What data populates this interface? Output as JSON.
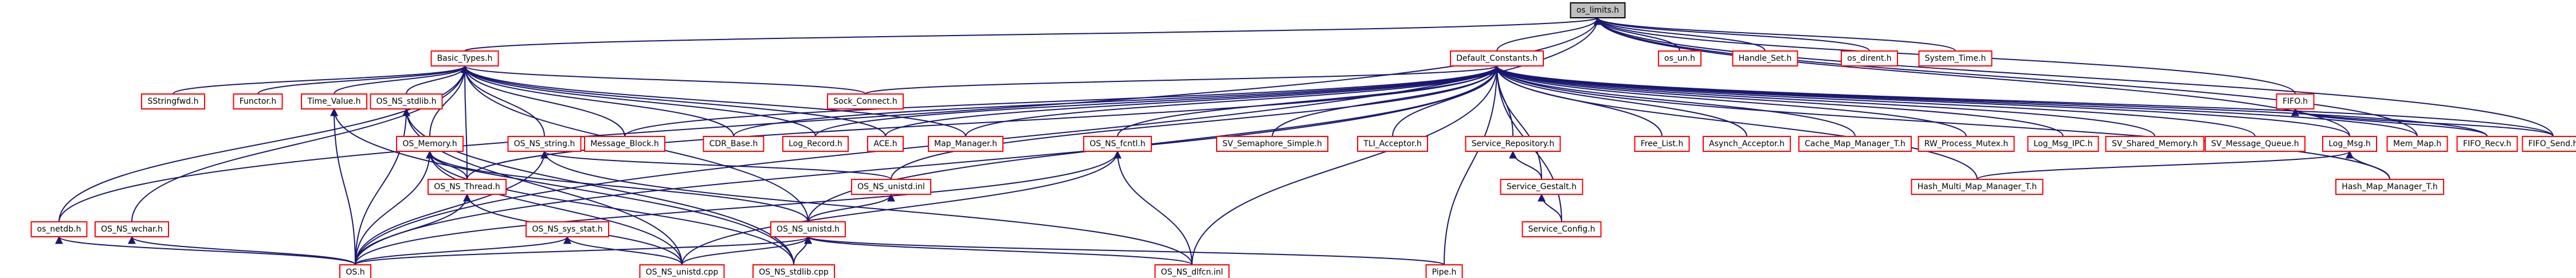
{
  "colors": {
    "node_border": "#ff0000",
    "root_border": "#000000",
    "root_fill": "#bfbfbf",
    "node_fill": "#ffffff",
    "edge": "#191970",
    "text": "#000000"
  },
  "nodes": {
    "os_limits": {
      "label": "os_limits.h",
      "root": true
    },
    "basic_types": {
      "label": "Basic_Types.h"
    },
    "os_un": {
      "label": "os_un.h"
    },
    "handle_set": {
      "label": "Handle_Set.h"
    },
    "os_dirent": {
      "label": "os_dirent.h"
    },
    "system_time": {
      "label": "System_Time.h"
    },
    "default_constants": {
      "label": "Default_Constants.h"
    },
    "fifo": {
      "label": "FIFO.h"
    },
    "sstringfwd": {
      "label": "SStringfwd.h"
    },
    "functor": {
      "label": "Functor.h"
    },
    "time_value": {
      "label": "Time_Value.h"
    },
    "os_ns_stdlib": {
      "label": "OS_NS_stdlib.h"
    },
    "sock_connect": {
      "label": "Sock_Connect.h"
    },
    "os_memory": {
      "label": "OS_Memory.h"
    },
    "os_ns_string": {
      "label": "OS_NS_string.h"
    },
    "message_block": {
      "label": "Message_Block.h"
    },
    "cdr_base": {
      "label": "CDR_Base.h"
    },
    "log_record": {
      "label": "Log_Record.h"
    },
    "ace": {
      "label": "ACE.h"
    },
    "map_manager": {
      "label": "Map_Manager.h"
    },
    "os_ns_fcntl": {
      "label": "OS_NS_fcntl.h"
    },
    "sv_semaphore_simple": {
      "label": "SV_Semaphore_Simple.h"
    },
    "tli_acceptor": {
      "label": "TLI_Acceptor.h"
    },
    "service_repository": {
      "label": "Service_Repository.h"
    },
    "free_list": {
      "label": "Free_List.h"
    },
    "asynch_acceptor": {
      "label": "Asynch_Acceptor.h"
    },
    "cache_map_manager_t": {
      "label": "Cache_Map_Manager_T.h"
    },
    "rw_process_mutex": {
      "label": "RW_Process_Mutex.h"
    },
    "log_msg_ipc": {
      "label": "Log_Msg_IPC.h"
    },
    "sv_shared_memory": {
      "label": "SV_Shared_Memory.h"
    },
    "sv_message_queue": {
      "label": "SV_Message_Queue.h"
    },
    "log_msg": {
      "label": "Log_Msg.h"
    },
    "mem_map": {
      "label": "Mem_Map.h"
    },
    "fifo_recv": {
      "label": "FIFO_Recv.h"
    },
    "fifo_send": {
      "label": "FIFO_Send.h"
    },
    "os_ns_thread": {
      "label": "OS_NS_Thread.h"
    },
    "os_ns_unistd_inl": {
      "label": "OS_NS_unistd.inl"
    },
    "service_gestalt": {
      "label": "Service_Gestalt.h"
    },
    "hash_multi_map_manager_t": {
      "label": "Hash_Multi_Map_Manager_T.h"
    },
    "hash_map_manager_t": {
      "label": "Hash_Map_Manager_T.h"
    },
    "os_ns_sys_stat": {
      "label": "OS_NS_sys_stat.h"
    },
    "service_config": {
      "label": "Service_Config.h"
    },
    "os_netdb": {
      "label": "os_netdb.h"
    },
    "os_ns_wchar": {
      "label": "OS_NS_wchar.h"
    },
    "os_ns_unistd": {
      "label": "OS_NS_unistd.h"
    },
    "os": {
      "label": "OS.h"
    },
    "os_ns_unistd_cpp": {
      "label": "OS_NS_unistd.cpp"
    },
    "os_ns_stdlib_cpp": {
      "label": "OS_NS_stdlib.cpp"
    },
    "os_ns_dlfcn_inl": {
      "label": "OS_NS_dlfcn.inl"
    },
    "pipe": {
      "label": "Pipe.h"
    }
  },
  "edges": [
    [
      "basic_types",
      "os_limits"
    ],
    [
      "os_un",
      "os_limits"
    ],
    [
      "handle_set",
      "os_limits"
    ],
    [
      "os_dirent",
      "os_limits"
    ],
    [
      "system_time",
      "os_limits"
    ],
    [
      "default_constants",
      "os_limits"
    ],
    [
      "fifo",
      "os_limits"
    ],
    [
      "os_netdb",
      "os_limits"
    ],
    [
      "os",
      "os_limits"
    ],
    [
      "log_msg",
      "os_limits"
    ],
    [
      "mem_map",
      "os_limits"
    ],
    [
      "fifo_send",
      "os_limits"
    ],
    [
      "sstringfwd",
      "basic_types"
    ],
    [
      "functor",
      "basic_types"
    ],
    [
      "time_value",
      "basic_types"
    ],
    [
      "os_ns_stdlib",
      "basic_types"
    ],
    [
      "sock_connect",
      "basic_types"
    ],
    [
      "os_memory",
      "basic_types"
    ],
    [
      "os_ns_string",
      "basic_types"
    ],
    [
      "message_block",
      "basic_types"
    ],
    [
      "cdr_base",
      "basic_types"
    ],
    [
      "log_record",
      "basic_types"
    ],
    [
      "ace",
      "basic_types"
    ],
    [
      "map_manager",
      "basic_types"
    ],
    [
      "os_ns_wchar",
      "basic_types"
    ],
    [
      "os_ns_thread",
      "basic_types"
    ],
    [
      "os_ns_unistd",
      "basic_types"
    ],
    [
      "os_netdb",
      "basic_types"
    ],
    [
      "sock_connect",
      "default_constants"
    ],
    [
      "message_block",
      "default_constants"
    ],
    [
      "cdr_base",
      "default_constants"
    ],
    [
      "log_record",
      "default_constants"
    ],
    [
      "ace",
      "default_constants"
    ],
    [
      "map_manager",
      "default_constants"
    ],
    [
      "os_ns_fcntl",
      "default_constants"
    ],
    [
      "sv_semaphore_simple",
      "default_constants"
    ],
    [
      "tli_acceptor",
      "default_constants"
    ],
    [
      "service_repository",
      "default_constants"
    ],
    [
      "free_list",
      "default_constants"
    ],
    [
      "asynch_acceptor",
      "default_constants"
    ],
    [
      "cache_map_manager_t",
      "default_constants"
    ],
    [
      "rw_process_mutex",
      "default_constants"
    ],
    [
      "log_msg_ipc",
      "default_constants"
    ],
    [
      "sv_shared_memory",
      "default_constants"
    ],
    [
      "sv_message_queue",
      "default_constants"
    ],
    [
      "log_msg",
      "default_constants"
    ],
    [
      "mem_map",
      "default_constants"
    ],
    [
      "fifo_recv",
      "default_constants"
    ],
    [
      "fifo_send",
      "default_constants"
    ],
    [
      "os_ns_thread",
      "default_constants"
    ],
    [
      "os_ns_unistd_inl",
      "default_constants"
    ],
    [
      "service_gestalt",
      "default_constants"
    ],
    [
      "service_config",
      "default_constants"
    ],
    [
      "hash_multi_map_manager_t",
      "default_constants"
    ],
    [
      "hash_map_manager_t",
      "default_constants"
    ],
    [
      "os_ns_dlfcn_inl",
      "default_constants"
    ],
    [
      "pipe",
      "default_constants"
    ],
    [
      "os",
      "default_constants"
    ],
    [
      "os_ns_unistd",
      "default_constants"
    ],
    [
      "fifo_recv",
      "fifo"
    ],
    [
      "fifo_send",
      "fifo"
    ],
    [
      "os_ns_thread",
      "os_memory"
    ],
    [
      "os_ns_unistd",
      "os_memory"
    ],
    [
      "os",
      "os_memory"
    ],
    [
      "os_ns_unistd_cpp",
      "os_memory"
    ],
    [
      "os_ns_stdlib_cpp",
      "os_memory"
    ],
    [
      "os",
      "time_value"
    ],
    [
      "os_ns_stdlib_cpp",
      "time_value"
    ],
    [
      "os",
      "os_ns_stdlib"
    ],
    [
      "os_ns_stdlib_cpp",
      "os_ns_stdlib"
    ],
    [
      "os_ns_unistd_cpp",
      "os_ns_stdlib"
    ],
    [
      "os",
      "os_ns_string"
    ],
    [
      "os_ns_unistd_inl",
      "os_ns_string"
    ],
    [
      "os_ns_dlfcn_inl",
      "os_ns_string"
    ],
    [
      "os_ns_unistd_cpp",
      "os_ns_thread"
    ],
    [
      "os",
      "os_ns_thread"
    ],
    [
      "os_ns_unistd",
      "os_ns_unistd_inl"
    ],
    [
      "os",
      "os_ns_fcntl"
    ],
    [
      "os_ns_dlfcn_inl",
      "os_ns_fcntl"
    ],
    [
      "os_ns_unistd_cpp",
      "os_ns_fcntl"
    ],
    [
      "service_gestalt",
      "service_repository"
    ],
    [
      "service_config",
      "service_gestalt"
    ],
    [
      "hash_multi_map_manager_t",
      "log_msg"
    ],
    [
      "hash_map_manager_t",
      "log_msg"
    ],
    [
      "os",
      "os_ns_sys_stat"
    ],
    [
      "os_ns_unistd_cpp",
      "os_ns_sys_stat"
    ],
    [
      "os",
      "os_netdb"
    ],
    [
      "os",
      "os_ns_wchar"
    ],
    [
      "os",
      "os_ns_unistd"
    ],
    [
      "os_ns_unistd_cpp",
      "os_ns_unistd"
    ],
    [
      "os_ns_stdlib_cpp",
      "os_ns_unistd"
    ],
    [
      "os_ns_dlfcn_inl",
      "os_ns_unistd"
    ],
    [
      "pipe",
      "os_ns_unistd"
    ]
  ]
}
